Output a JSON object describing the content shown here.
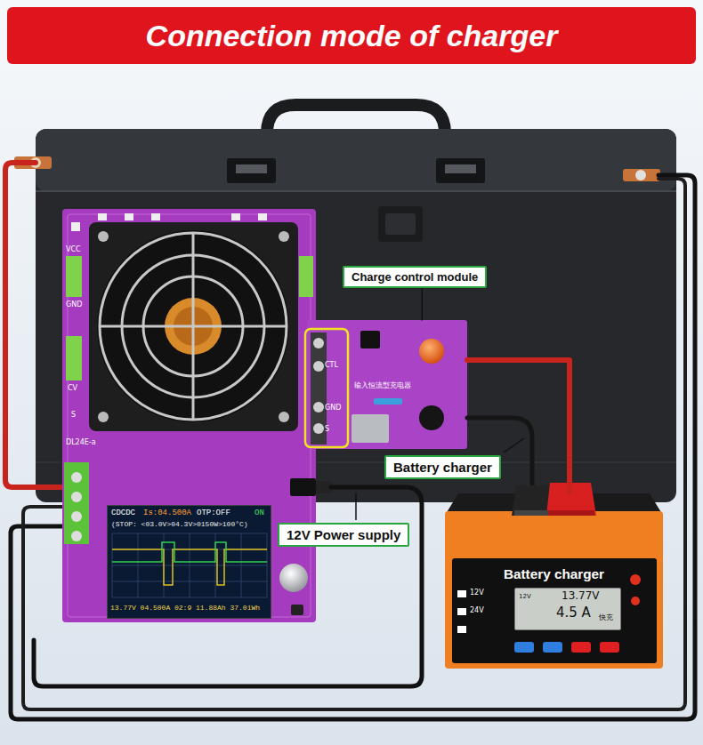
{
  "diagram": {
    "title": "Connection mode of charger",
    "nodes": [
      {
        "text": [
          "Charge control module"
        ]
      },
      {
        "text": [
          "CTL",
          "GND",
          "S"
        ]
      },
      {
        "text": [
          "DL24E-a"
        ]
      },
      {
        "text": [
          "CDCDC",
          "Is:04.500A",
          "OTP:OFF",
          "ON",
          "(STOP: <03.0V>04.3V>0150W>100°C)",
          "13.77V 04.500A 02:9 11.88Ah 37.01Wh"
        ],
        "in": 2
      },
      {
        "text": [
          "Battery charger"
        ]
      },
      {
        "text": [
          "12V Power supply"
        ]
      },
      {
        "text": [
          "Battery charger"
        ]
      },
      {
        "text": [
          "12V",
          "13.77V",
          "4.5 A",
          "快充"
        ],
        "in": 6
      }
    ],
    "edges": [
      {
        "from": 0,
        "to": 1,
        "arrow": "none"
      },
      {
        "from": 6,
        "to": 1,
        "arrow": "none"
      }
    ],
    "labels": [
      "VCC",
      "GND",
      "CV",
      "S",
      "输入恒流型充电器",
      "12V",
      "24V"
    ]
  }
}
